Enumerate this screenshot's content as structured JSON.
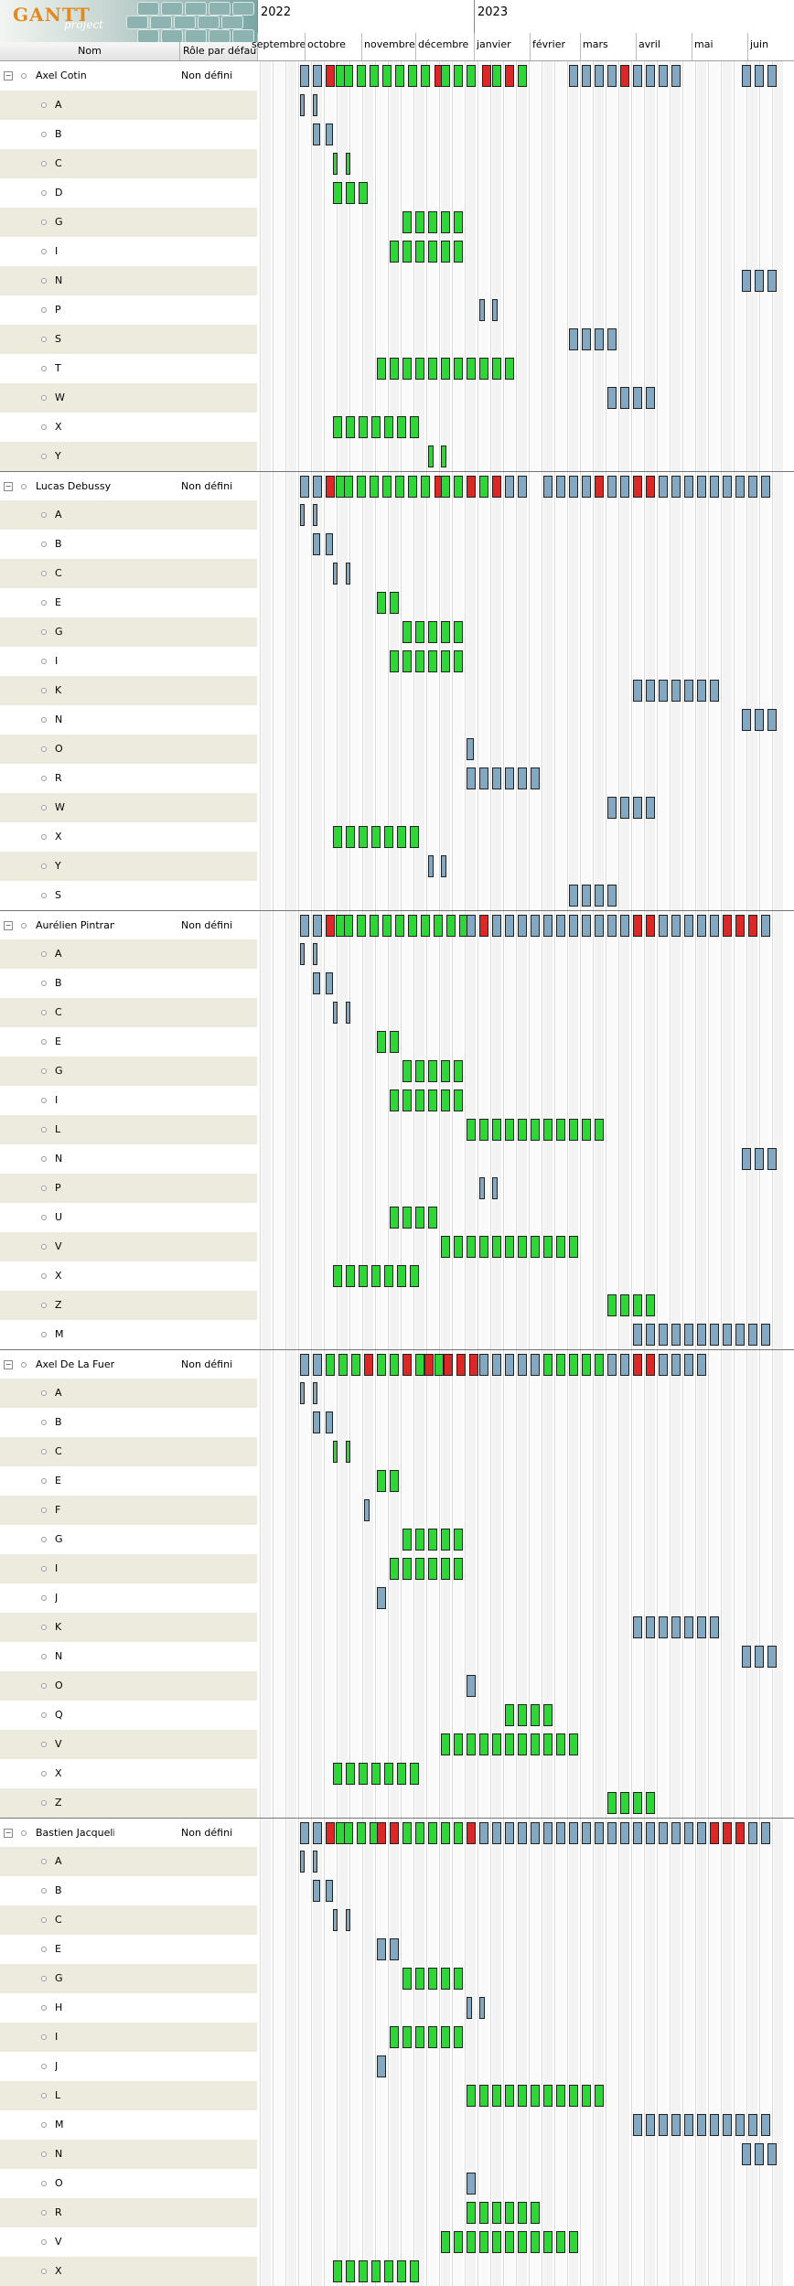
{
  "app": {
    "brand": "GANTT",
    "brand_sub": "project"
  },
  "tree_header": {
    "name": "Nom",
    "role": "Rôle par défaut"
  },
  "timeline": {
    "years": [
      "2022",
      "2023"
    ],
    "months": [
      "septembre",
      "octobre",
      "novembre",
      "décembre",
      "janvier",
      "février",
      "mars",
      "avril",
      "mai",
      "juin"
    ]
  },
  "colors": {
    "normal": "#84a7c2",
    "ok": "#2fd637",
    "overload": "#dc2727"
  },
  "rows": [
    {
      "kind": "person",
      "name": "Axel Cotin",
      "role": "Non défini"
    },
    {
      "kind": "task",
      "name": "A"
    },
    {
      "kind": "task",
      "name": "B"
    },
    {
      "kind": "task",
      "name": "C"
    },
    {
      "kind": "task",
      "name": "D"
    },
    {
      "kind": "task",
      "name": "G"
    },
    {
      "kind": "task",
      "name": "I"
    },
    {
      "kind": "task",
      "name": "N"
    },
    {
      "kind": "task",
      "name": "P"
    },
    {
      "kind": "task",
      "name": "S"
    },
    {
      "kind": "task",
      "name": "T"
    },
    {
      "kind": "task",
      "name": "W"
    },
    {
      "kind": "task",
      "name": "X"
    },
    {
      "kind": "task",
      "name": "Y"
    },
    {
      "kind": "person",
      "name": "Lucas Debussy",
      "role": "Non défini"
    },
    {
      "kind": "task",
      "name": "A"
    },
    {
      "kind": "task",
      "name": "B"
    },
    {
      "kind": "task",
      "name": "C"
    },
    {
      "kind": "task",
      "name": "E"
    },
    {
      "kind": "task",
      "name": "G"
    },
    {
      "kind": "task",
      "name": "I"
    },
    {
      "kind": "task",
      "name": "K"
    },
    {
      "kind": "task",
      "name": "N"
    },
    {
      "kind": "task",
      "name": "O"
    },
    {
      "kind": "task",
      "name": "R"
    },
    {
      "kind": "task",
      "name": "W"
    },
    {
      "kind": "task",
      "name": "X"
    },
    {
      "kind": "task",
      "name": "Y"
    },
    {
      "kind": "task",
      "name": "S"
    },
    {
      "kind": "person",
      "name": "Aurélien Pintrand",
      "role": "Non défini"
    },
    {
      "kind": "task",
      "name": "A"
    },
    {
      "kind": "task",
      "name": "B"
    },
    {
      "kind": "task",
      "name": "C"
    },
    {
      "kind": "task",
      "name": "E"
    },
    {
      "kind": "task",
      "name": "G"
    },
    {
      "kind": "task",
      "name": "I"
    },
    {
      "kind": "task",
      "name": "L"
    },
    {
      "kind": "task",
      "name": "N"
    },
    {
      "kind": "task",
      "name": "P"
    },
    {
      "kind": "task",
      "name": "U"
    },
    {
      "kind": "task",
      "name": "V"
    },
    {
      "kind": "task",
      "name": "X"
    },
    {
      "kind": "task",
      "name": "Z"
    },
    {
      "kind": "task",
      "name": "M"
    },
    {
      "kind": "person",
      "name": "Axel De La Fuente",
      "role": "Non défini"
    },
    {
      "kind": "task",
      "name": "A"
    },
    {
      "kind": "task",
      "name": "B"
    },
    {
      "kind": "task",
      "name": "C"
    },
    {
      "kind": "task",
      "name": "E"
    },
    {
      "kind": "task",
      "name": "F"
    },
    {
      "kind": "task",
      "name": "G"
    },
    {
      "kind": "task",
      "name": "I"
    },
    {
      "kind": "task",
      "name": "J"
    },
    {
      "kind": "task",
      "name": "K"
    },
    {
      "kind": "task",
      "name": "N"
    },
    {
      "kind": "task",
      "name": "O"
    },
    {
      "kind": "task",
      "name": "Q"
    },
    {
      "kind": "task",
      "name": "V"
    },
    {
      "kind": "task",
      "name": "X"
    },
    {
      "kind": "task",
      "name": "Z"
    },
    {
      "kind": "person",
      "name": "Bastien Jacquelin",
      "role": "Non défini"
    },
    {
      "kind": "task",
      "name": "A"
    },
    {
      "kind": "task",
      "name": "B"
    },
    {
      "kind": "task",
      "name": "C"
    },
    {
      "kind": "task",
      "name": "E"
    },
    {
      "kind": "task",
      "name": "G"
    },
    {
      "kind": "task",
      "name": "H"
    },
    {
      "kind": "task",
      "name": "I"
    },
    {
      "kind": "task",
      "name": "J"
    },
    {
      "kind": "task",
      "name": "L"
    },
    {
      "kind": "task",
      "name": "M"
    },
    {
      "kind": "task",
      "name": "N"
    },
    {
      "kind": "task",
      "name": "O"
    },
    {
      "kind": "task",
      "name": "R"
    },
    {
      "kind": "task",
      "name": "V"
    },
    {
      "kind": "task",
      "name": "X"
    }
  ]
}
